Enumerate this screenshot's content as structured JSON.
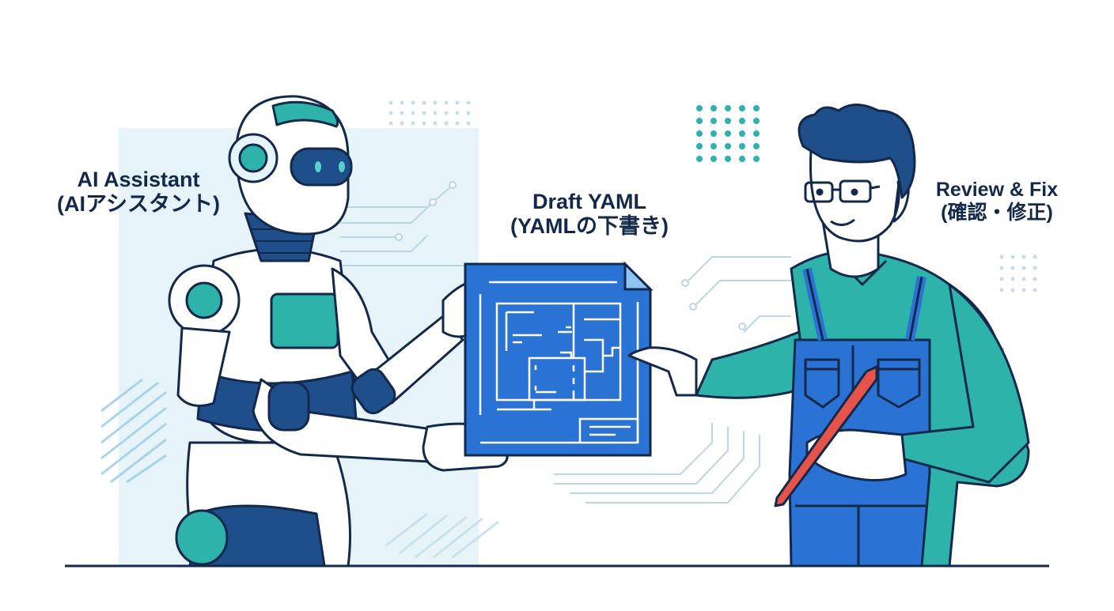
{
  "labels": {
    "ai_assistant": {
      "line1": "AI Assistant",
      "line2": "(AIアシスタント)"
    },
    "draft_yaml": {
      "line1": "Draft YAML",
      "line2": "(YAMLの下書き)"
    },
    "review_fix": {
      "line1": "Review & Fix",
      "line2": "(確認・修正)"
    }
  },
  "figures": {
    "left": "robot",
    "center": "blueprint-document",
    "right": "human-engineer-with-pen"
  },
  "colors": {
    "outline": "#13294b",
    "teal": "#2db3aa",
    "navy": "#1f4f8a",
    "blue": "#2a72d4",
    "light_panel": "#e6f3f9",
    "circuit": "#b9d6e3",
    "pen": "#e5534b"
  }
}
